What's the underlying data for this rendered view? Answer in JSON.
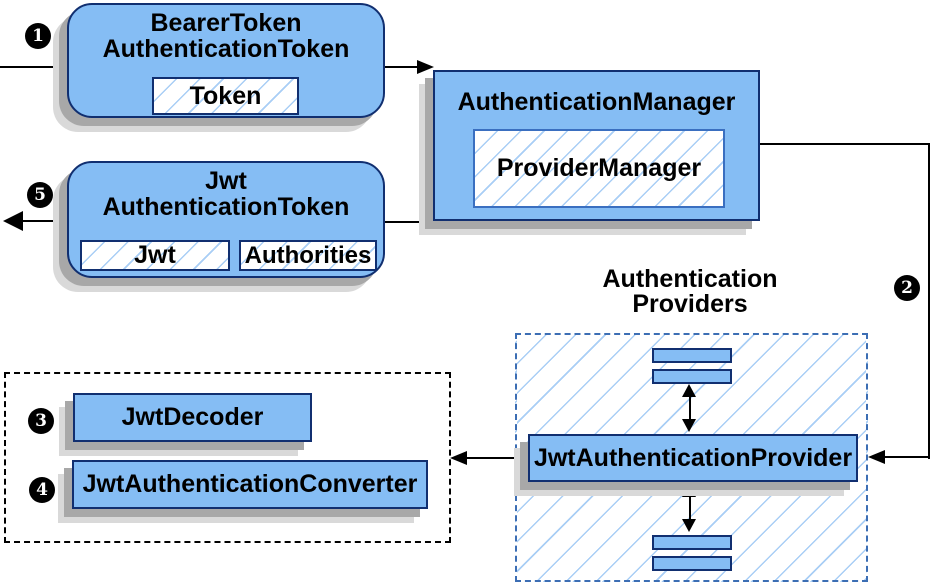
{
  "colors": {
    "node_fill": "#85bdf4",
    "node_border": "#112f70",
    "inner_border": "#3a6fc0",
    "hatch_line": "#a9cef5",
    "dashed_blue": "#3c6eb4",
    "shadow_dark": "#a8a8a8",
    "shadow_light": "#d9d9d9",
    "line_color": "#000000",
    "badge_bg": "#000000",
    "badge_text": "#ffffff"
  },
  "badges": {
    "b1": "1",
    "b2": "2",
    "b3": "3",
    "b4": "4",
    "b5": "5"
  },
  "nodes": {
    "bearer_token": {
      "title_line1": "BearerToken",
      "title_line2": "AuthenticationToken",
      "field": "Token"
    },
    "auth_manager": {
      "title": "AuthenticationManager",
      "inner": "ProviderManager"
    },
    "jwt_token": {
      "title_line1": "Jwt",
      "title_line2": "AuthenticationToken",
      "field_jwt": "Jwt",
      "field_authorities": "Authorities"
    },
    "providers_group": {
      "label_line1": "Authentication",
      "label_line2": "Providers"
    },
    "jwt_provider": {
      "title": "JwtAuthenticationProvider"
    },
    "jwt_decoder": {
      "title": "JwtDecoder"
    },
    "jwt_converter": {
      "title": "JwtAuthenticationConverter"
    }
  }
}
